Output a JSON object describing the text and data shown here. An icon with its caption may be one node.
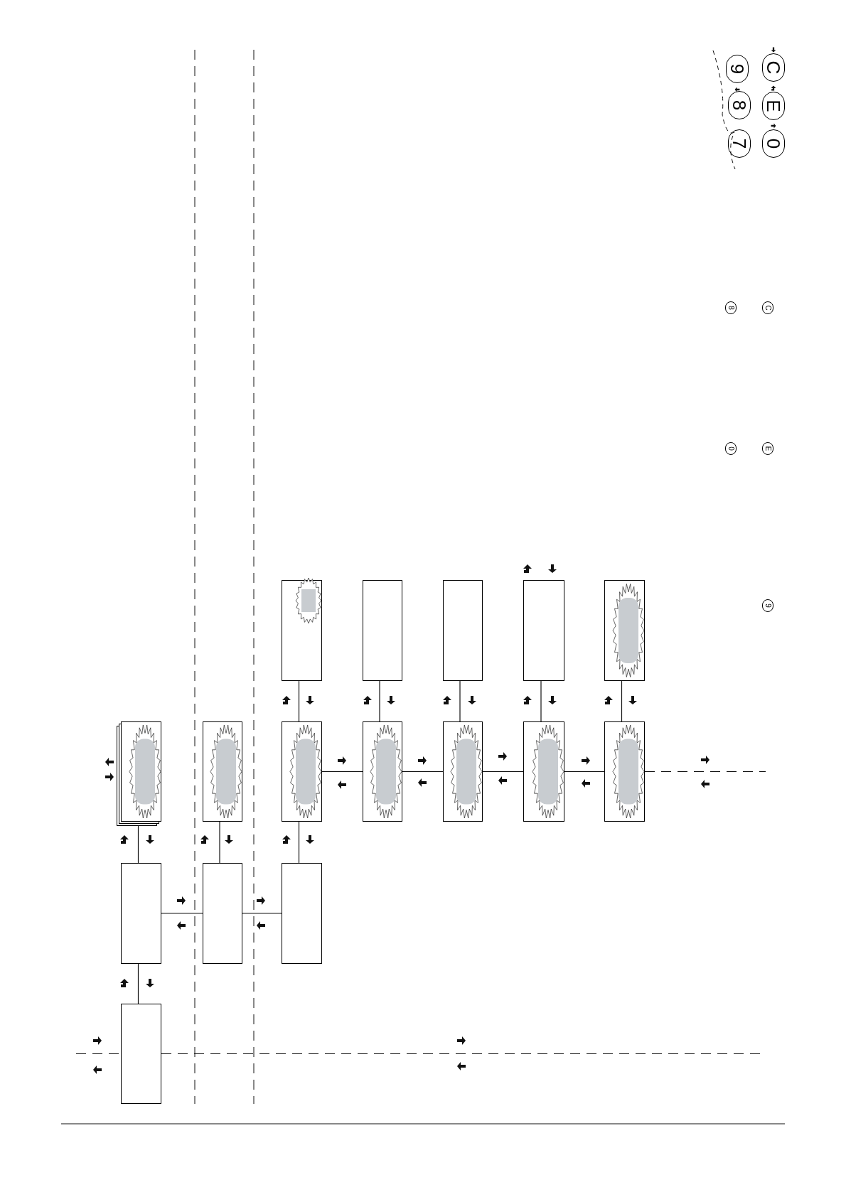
{
  "diagram": {
    "nodes": [
      {
        "text": [
          "9"
        ]
      },
      {
        "text": [
          "8"
        ]
      },
      {
        "text": [
          "7"
        ]
      },
      {
        "text": [
          "C"
        ]
      },
      {
        "text": [
          "E"
        ]
      },
      {
        "text": [
          "0"
        ]
      },
      {
        "text": [
          "8"
        ]
      },
      {
        "text": [
          "C"
        ]
      },
      {
        "text": [
          "0"
        ]
      },
      {
        "text": [
          "E"
        ]
      },
      {
        "text": [
          "9"
        ]
      },
      {
        "text": [],
        "shape": "box"
      },
      {
        "text": [],
        "shape": "box"
      },
      {
        "text": [],
        "shape": "box"
      },
      {
        "text": [],
        "shape": "box"
      },
      {
        "text": [],
        "shape": "box"
      },
      {
        "text": [],
        "shape": "box"
      },
      {
        "text": [],
        "shape": "box"
      },
      {
        "text": [],
        "shape": "box"
      },
      {
        "text": [],
        "shape": "box"
      },
      {
        "text": [],
        "shape": "box"
      },
      {
        "text": [],
        "shape": "box"
      },
      {
        "text": [],
        "shape": "box"
      },
      {
        "text": [],
        "shape": "box"
      },
      {
        "text": [],
        "shape": "box"
      },
      {
        "text": [],
        "shape": "box"
      },
      {
        "text": [],
        "shape": "box"
      }
    ],
    "edges": [
      {
        "from": 26,
        "to": 23,
        "arrow": "none"
      },
      {
        "from": 23,
        "to": 24,
        "arrow": "none"
      },
      {
        "from": 24,
        "to": 25,
        "arrow": "none"
      },
      {
        "from": 23,
        "to": 16,
        "arrow": "none"
      },
      {
        "from": 24,
        "to": 17,
        "arrow": "none"
      },
      {
        "from": 25,
        "to": 18,
        "arrow": "none"
      },
      {
        "from": 18,
        "to": 19,
        "arrow": "none"
      },
      {
        "from": 19,
        "to": 20,
        "arrow": "none"
      },
      {
        "from": 20,
        "to": 21,
        "arrow": "none"
      },
      {
        "from": 21,
        "to": 22,
        "arrow": "none"
      },
      {
        "from": 18,
        "to": 11,
        "arrow": "none"
      },
      {
        "from": 19,
        "to": 12,
        "arrow": "none"
      },
      {
        "from": 20,
        "to": 13,
        "arrow": "none"
      },
      {
        "from": 21,
        "to": 14,
        "arrow": "none"
      },
      {
        "from": 22,
        "to": 15,
        "arrow": "none"
      },
      {
        "from": 22,
        "to": null,
        "arrow": "none",
        "style": "dashed"
      },
      {
        "from": 26,
        "to": null,
        "arrow": "none",
        "style": "dashed"
      },
      {
        "from": null,
        "to": 26,
        "arrow": "none",
        "style": "dashed"
      }
    ]
  }
}
